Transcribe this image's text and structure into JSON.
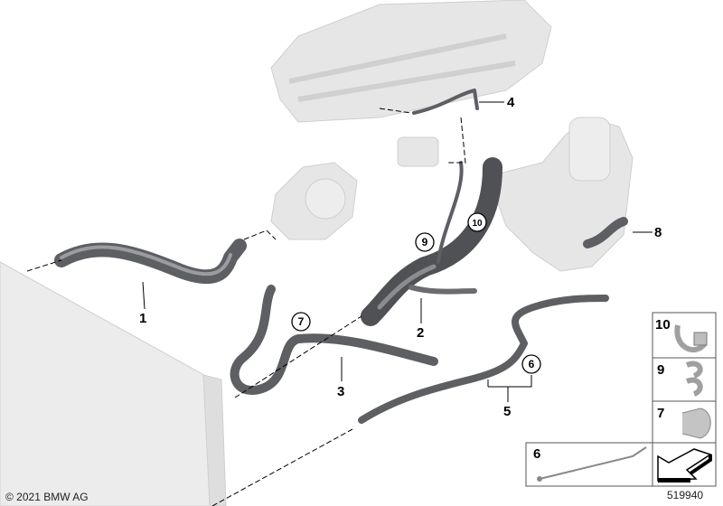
{
  "diagram": {
    "part_labels": {
      "p1": "1",
      "p2": "2",
      "p3": "3",
      "p4": "4",
      "p5": "5",
      "p6": "6",
      "p7": "7",
      "p8": "8",
      "p9": "9",
      "p10": "10"
    },
    "legend": {
      "item10": "10",
      "item9": "9",
      "item7": "7",
      "item6": "6"
    },
    "copyright": "© 2021 BMW AG",
    "diagram_number": "519940"
  },
  "colors": {
    "hose": "#5d5f63",
    "hose_highlight": "#9a9ca0",
    "ghost_part": "#e4e4e4",
    "outline": "#000000"
  }
}
